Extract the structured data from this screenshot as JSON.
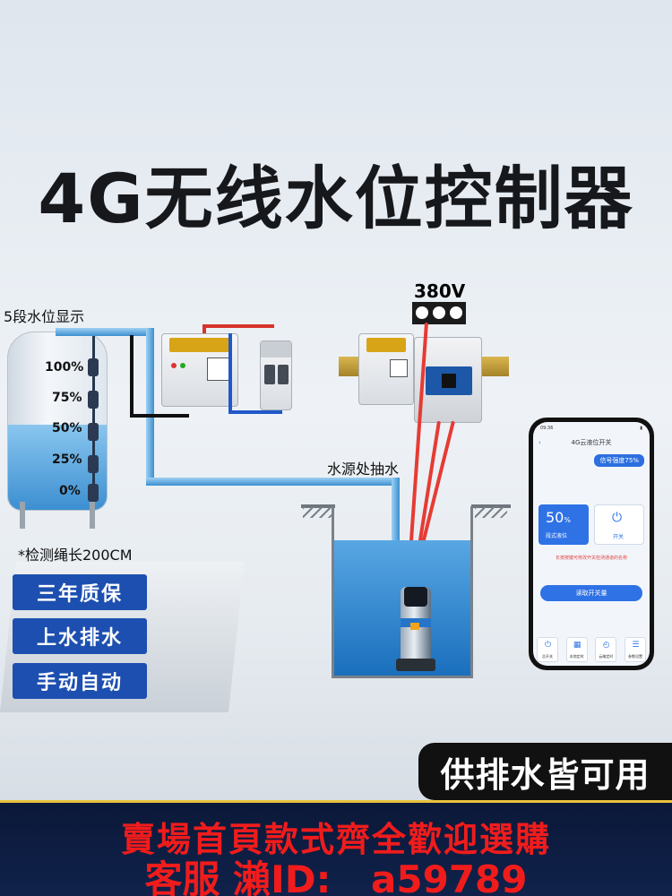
{
  "headline": "4G无线水位控制器",
  "tank": {
    "title": "5段水位显示",
    "levels": [
      "100%",
      "75%",
      "50%",
      "25%",
      "0%"
    ],
    "rope_note": "*检测绳长200CM"
  },
  "voltage": "380V",
  "pump_label": "水源处抽水",
  "badges": [
    "三年质保",
    "上水排水",
    "手动自动"
  ],
  "phone": {
    "time": "09:36",
    "title": "4G云液位开关",
    "signal": "信号强度75%",
    "level_value": "50",
    "level_unit": "%",
    "level_caption": "段式液位",
    "switch_caption": "开关",
    "hint": "长按按键可修改开关检测通道的名称",
    "read_button": "读取开关量",
    "nav": [
      {
        "icon": "power-icon",
        "label": "总开关"
      },
      {
        "icon": "calendar-icon",
        "label": "本地定时"
      },
      {
        "icon": "cloud-timer-icon",
        "label": "云端定时"
      },
      {
        "icon": "settings-icon",
        "label": "参数设置"
      }
    ]
  },
  "cta": "供排水皆可用",
  "promo": {
    "line1": "賣場首頁款式齊全歡迎選購",
    "line2_label": "客服 瀨ID:",
    "line2_id": "a59789"
  },
  "colors": {
    "badge_blue": "#1d4fb0",
    "promo_red": "#f01c1c",
    "promo_bg": "#0b1838",
    "pipe_blue": "#3c8fd0",
    "wire_red": "#e63b34",
    "app_blue": "#2f72e6"
  }
}
